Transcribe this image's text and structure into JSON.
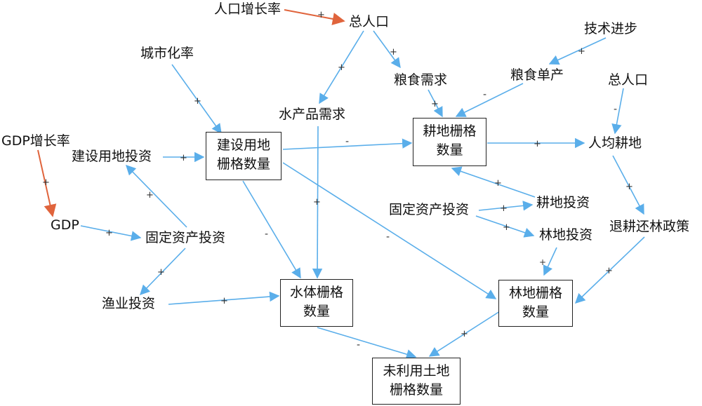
{
  "nodes": {
    "pop_growth": "人口增长率",
    "total_pop_top": "总人口",
    "tech_progress": "技术进步",
    "urbanization": "城市化率",
    "grain_demand": "粮食需求",
    "grain_yield": "粮食单产",
    "total_pop_right": "总人口",
    "aquatic_demand": "水产品需求",
    "gdp_growth": "GDP增长率",
    "construction_invest": "建设用地投资",
    "per_capita_farmland": "人均耕地",
    "gdp": "GDP",
    "fixed_invest_left": "固定资产投资",
    "fixed_invest_mid": "固定资产投资",
    "farmland_invest": "耕地投资",
    "forest_invest": "林地投资",
    "grain_for_green": "退耕还林政策",
    "fishery_invest": "渔业投资"
  },
  "boxes": {
    "construction_grid": [
      "建设用地",
      "栅格数量"
    ],
    "farmland_grid": [
      "耕地栅格",
      "数量"
    ],
    "water_grid": [
      "水体栅格",
      "数量"
    ],
    "forest_grid": [
      "林地栅格",
      "数量"
    ],
    "unused_grid": [
      "未利用土地",
      "栅格数量"
    ]
  },
  "edge_labels": {
    "plus": "+",
    "minus": "-"
  },
  "colors": {
    "blue_arrow": "#5aaeea",
    "red_arrow": "#e0643c"
  }
}
